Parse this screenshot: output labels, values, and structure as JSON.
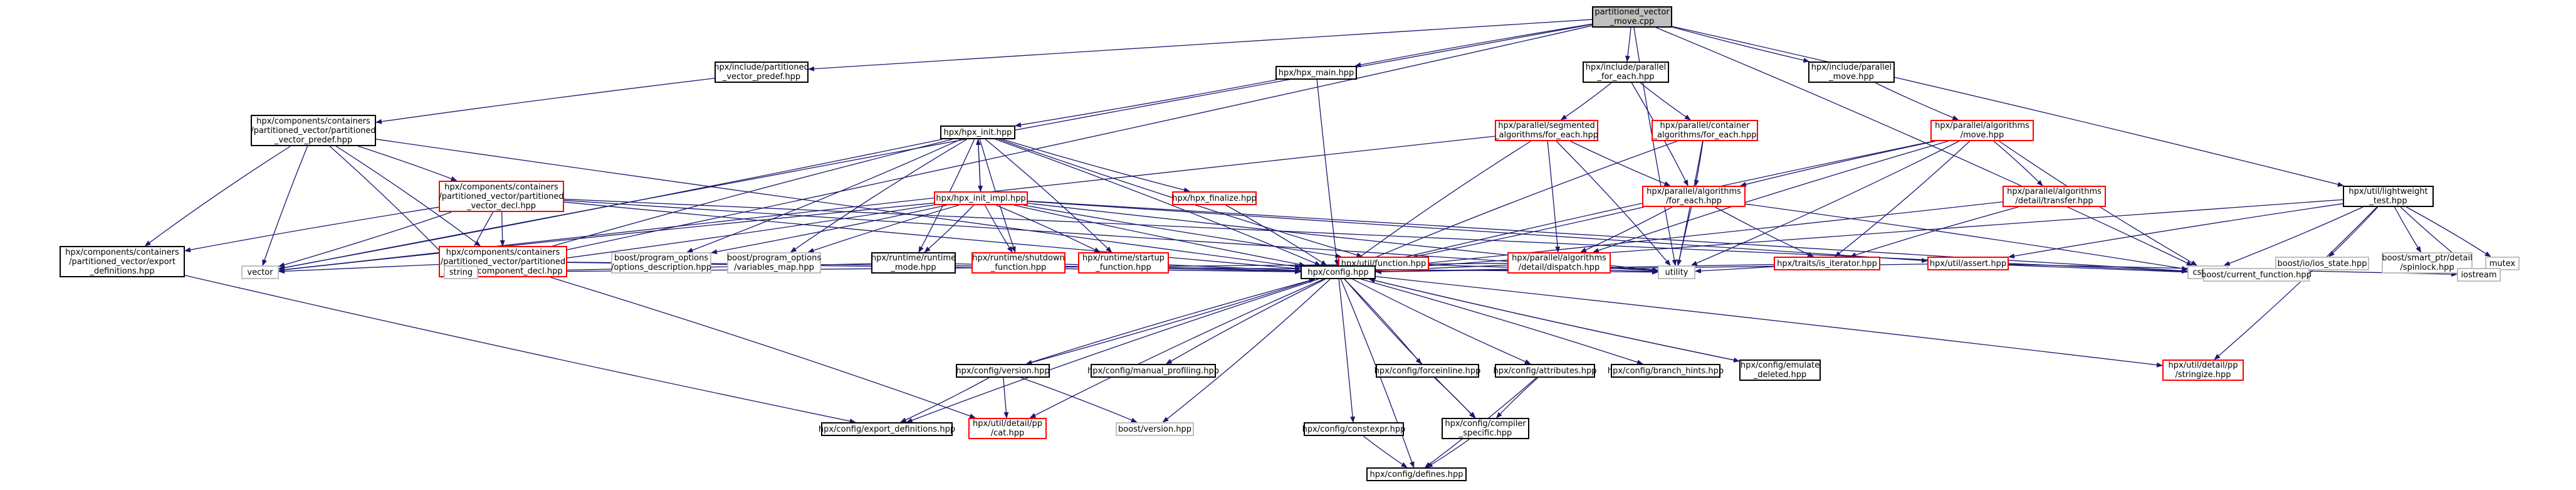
{
  "graph": {
    "nodes": [
      {
        "id": "root",
        "label": "partitioned_vector\n_move.cpp",
        "style": "root"
      },
      {
        "id": "incl_pvec_predef",
        "label": "hpx/include/partitioned\n_vector_predef.hpp",
        "style": "black"
      },
      {
        "id": "hpx_main",
        "label": "hpx/hpx_main.hpp",
        "style": "black"
      },
      {
        "id": "incl_par_foreach",
        "label": "hpx/include/parallel\n_for_each.hpp",
        "style": "black"
      },
      {
        "id": "incl_par_move",
        "label": "hpx/include/parallel\n_move.hpp",
        "style": "black"
      },
      {
        "id": "comp_pvec_predef",
        "label": "hpx/components/containers\n/partitioned_vector/partitioned\n_vector_predef.hpp",
        "style": "black"
      },
      {
        "id": "hpx_init",
        "label": "hpx/hpx_init.hpp",
        "style": "black"
      },
      {
        "id": "seg_foreach",
        "label": "hpx/parallel/segmented\n_algorithms/for_each.hpp",
        "style": "red"
      },
      {
        "id": "cont_foreach",
        "label": "hpx/parallel/container\n_algorithms/for_each.hpp",
        "style": "red"
      },
      {
        "id": "alg_move",
        "label": "hpx/parallel/algorithms\n/move.hpp",
        "style": "red"
      },
      {
        "id": "lightweight",
        "label": "hpx/util/lightweight\n_test.hpp",
        "style": "black"
      },
      {
        "id": "pvec_decl",
        "label": "hpx/components/containers\n/partitioned_vector/partitioned\n_vector_decl.hpp",
        "style": "red"
      },
      {
        "id": "hpx_init_impl",
        "label": "hpx/hpx_init_impl.hpp",
        "style": "red"
      },
      {
        "id": "hpx_finalize",
        "label": "hpx/hpx_finalize.hpp",
        "style": "red"
      },
      {
        "id": "alg_foreach",
        "label": "hpx/parallel/algorithms\n/for_each.hpp",
        "style": "red"
      },
      {
        "id": "detail_transfer",
        "label": "hpx/parallel/algorithms\n/detail/transfer.hpp",
        "style": "red"
      },
      {
        "id": "pvec_export",
        "label": "hpx/components/containers\n/partitioned_vector/export\n_definitions.hpp",
        "style": "black"
      },
      {
        "id": "pvec_comp_decl",
        "label": "hpx/components/containers\n/partitioned_vector/partitioned\n_vector_component_decl.hpp",
        "style": "red"
      },
      {
        "id": "po_desc",
        "label": "boost/program_options\n/options_description.hpp",
        "style": "grey"
      },
      {
        "id": "po_varmap",
        "label": "boost/program_options\n/variables_map.hpp",
        "style": "grey"
      },
      {
        "id": "runtime_mode",
        "label": "hpx/runtime/runtime\n_mode.hpp",
        "style": "black"
      },
      {
        "id": "rt_shutdown",
        "label": "hpx/runtime/shutdown\n_function.hpp",
        "style": "red"
      },
      {
        "id": "rt_startup",
        "label": "hpx/runtime/startup\n_function.hpp",
        "style": "red"
      },
      {
        "id": "util_function",
        "label": "hpx/util/function.hpp",
        "style": "red"
      },
      {
        "id": "detail_dispatch",
        "label": "hpx/parallel/algorithms\n/detail/dispatch.hpp",
        "style": "red"
      },
      {
        "id": "is_iterator",
        "label": "hpx/traits/is_iterator.hpp",
        "style": "red"
      },
      {
        "id": "util_assert",
        "label": "hpx/util/assert.hpp",
        "style": "red"
      },
      {
        "id": "ios_state",
        "label": "boost/io/ios_state.hpp",
        "style": "grey"
      },
      {
        "id": "spinlock",
        "label": "boost/smart_ptr/detail\n/spinlock.hpp",
        "style": "grey"
      },
      {
        "id": "mutex",
        "label": "mutex",
        "style": "grey"
      },
      {
        "id": "vector",
        "label": "vector",
        "style": "grey"
      },
      {
        "id": "string",
        "label": "string",
        "style": "grey"
      },
      {
        "id": "config",
        "label": "hpx/config.hpp",
        "style": "black"
      },
      {
        "id": "utility",
        "label": "utility",
        "style": "grey"
      },
      {
        "id": "cstddef",
        "label": "cstddef",
        "style": "grey"
      },
      {
        "id": "cur_function",
        "label": "boost/current_function.hpp",
        "style": "grey"
      },
      {
        "id": "iostream",
        "label": "iostream",
        "style": "grey"
      },
      {
        "id": "cfg_version",
        "label": "hpx/config/version.hpp",
        "style": "black"
      },
      {
        "id": "cfg_manual_prof",
        "label": "hpx/config/manual_profiling.hpp",
        "style": "black"
      },
      {
        "id": "cfg_forceinline",
        "label": "hpx/config/forceinline.hpp",
        "style": "black"
      },
      {
        "id": "cfg_attributes",
        "label": "hpx/config/attributes.hpp",
        "style": "black"
      },
      {
        "id": "cfg_branch_hints",
        "label": "hpx/config/branch_hints.hpp",
        "style": "black"
      },
      {
        "id": "cfg_emulate_deleted",
        "label": "hpx/config/emulate\n_deleted.hpp",
        "style": "black"
      },
      {
        "id": "pp_stringize",
        "label": "hpx/util/detail/pp\n/stringize.hpp",
        "style": "red"
      },
      {
        "id": "pp_cat",
        "label": "hpx/util/detail/pp\n/cat.hpp",
        "style": "red"
      },
      {
        "id": "boost_version",
        "label": "boost/version.hpp",
        "style": "grey"
      },
      {
        "id": "cfg_export_defs",
        "label": "hpx/config/export_definitions.hpp",
        "style": "black"
      },
      {
        "id": "cfg_constexpr",
        "label": "hpx/config/constexpr.hpp",
        "style": "black"
      },
      {
        "id": "cfg_compiler_specific",
        "label": "hpx/config/compiler\n_specific.hpp",
        "style": "black"
      },
      {
        "id": "cfg_defines",
        "label": "hpx/config/defines.hpp",
        "style": "black"
      }
    ],
    "edges": [
      [
        "root",
        "incl_pvec_predef"
      ],
      [
        "root",
        "hpx_main"
      ],
      [
        "root",
        "incl_par_foreach"
      ],
      [
        "root",
        "incl_par_move"
      ],
      [
        "root",
        "lightweight"
      ],
      [
        "root",
        "vector"
      ],
      [
        "root",
        "string"
      ],
      [
        "root",
        "utility"
      ],
      [
        "root",
        "cstddef"
      ],
      [
        "incl_pvec_predef",
        "comp_pvec_predef"
      ],
      [
        "hpx_main",
        "hpx_init"
      ],
      [
        "hpx_main",
        "config"
      ],
      [
        "incl_par_foreach",
        "seg_foreach"
      ],
      [
        "incl_par_foreach",
        "cont_foreach"
      ],
      [
        "incl_par_foreach",
        "alg_foreach"
      ],
      [
        "incl_par_move",
        "alg_move"
      ],
      [
        "comp_pvec_predef",
        "pvec_decl"
      ],
      [
        "comp_pvec_predef",
        "pvec_export"
      ],
      [
        "comp_pvec_predef",
        "pvec_comp_decl"
      ],
      [
        "comp_pvec_predef",
        "vector"
      ],
      [
        "comp_pvec_predef",
        "string"
      ],
      [
        "comp_pvec_predef",
        "config"
      ],
      [
        "hpx_init",
        "hpx_init_impl"
      ],
      [
        "hpx_init",
        "hpx_finalize"
      ],
      [
        "hpx_init",
        "po_desc"
      ],
      [
        "hpx_init",
        "po_varmap"
      ],
      [
        "hpx_init",
        "runtime_mode"
      ],
      [
        "hpx_init",
        "rt_shutdown"
      ],
      [
        "hpx_init",
        "rt_startup"
      ],
      [
        "hpx_init",
        "util_function"
      ],
      [
        "hpx_init",
        "vector"
      ],
      [
        "hpx_init",
        "string"
      ],
      [
        "hpx_init",
        "config"
      ],
      [
        "hpx_init_impl",
        "hpx_init"
      ],
      [
        "hpx_init_impl",
        "po_desc"
      ],
      [
        "hpx_init_impl",
        "po_varmap"
      ],
      [
        "hpx_init_impl",
        "runtime_mode"
      ],
      [
        "hpx_init_impl",
        "rt_shutdown"
      ],
      [
        "hpx_init_impl",
        "rt_startup"
      ],
      [
        "hpx_init_impl",
        "util_function"
      ],
      [
        "hpx_init_impl",
        "util_assert"
      ],
      [
        "hpx_init_impl",
        "vector"
      ],
      [
        "hpx_init_impl",
        "string"
      ],
      [
        "hpx_init_impl",
        "utility"
      ],
      [
        "hpx_init_impl",
        "cstddef"
      ],
      [
        "hpx_init_impl",
        "config"
      ],
      [
        "hpx_finalize",
        "config"
      ],
      [
        "seg_foreach",
        "alg_foreach"
      ],
      [
        "seg_foreach",
        "detail_dispatch"
      ],
      [
        "seg_foreach",
        "config"
      ],
      [
        "seg_foreach",
        "utility"
      ],
      [
        "seg_foreach",
        "vector"
      ],
      [
        "cont_foreach",
        "alg_foreach"
      ],
      [
        "cont_foreach",
        "config"
      ],
      [
        "cont_foreach",
        "utility"
      ],
      [
        "alg_move",
        "alg_foreach"
      ],
      [
        "alg_move",
        "detail_transfer"
      ],
      [
        "alg_move",
        "detail_dispatch"
      ],
      [
        "alg_move",
        "is_iterator"
      ],
      [
        "alg_move",
        "config"
      ],
      [
        "alg_move",
        "utility"
      ],
      [
        "alg_move",
        "cstddef"
      ],
      [
        "alg_foreach",
        "detail_dispatch"
      ],
      [
        "alg_foreach",
        "is_iterator"
      ],
      [
        "alg_foreach",
        "config"
      ],
      [
        "alg_foreach",
        "utility"
      ],
      [
        "alg_foreach",
        "cstddef"
      ],
      [
        "detail_transfer",
        "is_iterator"
      ],
      [
        "detail_transfer",
        "config"
      ],
      [
        "lightweight",
        "util_assert"
      ],
      [
        "lightweight",
        "ios_state"
      ],
      [
        "lightweight",
        "spinlock"
      ],
      [
        "lightweight",
        "mutex"
      ],
      [
        "lightweight",
        "iostream"
      ],
      [
        "lightweight",
        "cstddef"
      ],
      [
        "lightweight",
        "config"
      ],
      [
        "lightweight",
        "pp_stringize"
      ],
      [
        "pvec_decl",
        "pvec_export"
      ],
      [
        "pvec_decl",
        "pvec_comp_decl"
      ],
      [
        "pvec_decl",
        "config"
      ],
      [
        "pvec_decl",
        "vector"
      ],
      [
        "pvec_decl",
        "string"
      ],
      [
        "pvec_decl",
        "cstddef"
      ],
      [
        "pvec_decl",
        "utility"
      ],
      [
        "pvec_comp_decl",
        "config"
      ],
      [
        "pvec_comp_decl",
        "vector"
      ],
      [
        "pvec_comp_decl",
        "string"
      ],
      [
        "pvec_comp_decl",
        "utility"
      ],
      [
        "pvec_comp_decl",
        "pp_cat"
      ],
      [
        "pvec_export",
        "cfg_export_defs"
      ],
      [
        "runtime_mode",
        "config"
      ],
      [
        "runtime_mode",
        "string"
      ],
      [
        "rt_shutdown",
        "config"
      ],
      [
        "rt_startup",
        "config"
      ],
      [
        "util_function",
        "config"
      ],
      [
        "util_function",
        "utility"
      ],
      [
        "detail_dispatch",
        "config"
      ],
      [
        "detail_dispatch",
        "utility"
      ],
      [
        "detail_dispatch",
        "string"
      ],
      [
        "is_iterator",
        "config"
      ],
      [
        "is_iterator",
        "utility"
      ],
      [
        "util_assert",
        "config"
      ],
      [
        "util_assert",
        "cur_function"
      ],
      [
        "util_assert",
        "iostream"
      ],
      [
        "config",
        "cfg_version"
      ],
      [
        "config",
        "cfg_manual_prof"
      ],
      [
        "config",
        "cfg_forceinline"
      ],
      [
        "config",
        "cfg_attributes"
      ],
      [
        "config",
        "cfg_branch_hints"
      ],
      [
        "config",
        "cfg_emulate_deleted"
      ],
      [
        "config",
        "pp_stringize"
      ],
      [
        "config",
        "pp_cat"
      ],
      [
        "config",
        "boost_version"
      ],
      [
        "config",
        "cfg_export_defs"
      ],
      [
        "config",
        "cfg_constexpr"
      ],
      [
        "config",
        "cfg_compiler_specific"
      ],
      [
        "config",
        "cfg_defines"
      ],
      [
        "cfg_version",
        "config"
      ],
      [
        "cfg_version",
        "cfg_export_defs"
      ],
      [
        "cfg_version",
        "pp_cat"
      ],
      [
        "cfg_version",
        "boost_version"
      ],
      [
        "cfg_emulate_deleted",
        "config"
      ],
      [
        "cfg_forceinline",
        "cfg_compiler_specific"
      ],
      [
        "cfg_attributes",
        "cfg_compiler_specific"
      ],
      [
        "cfg_attributes",
        "cfg_defines"
      ],
      [
        "cfg_constexpr",
        "cfg_defines"
      ],
      [
        "cfg_compiler_specific",
        "cfg_defines"
      ]
    ]
  }
}
